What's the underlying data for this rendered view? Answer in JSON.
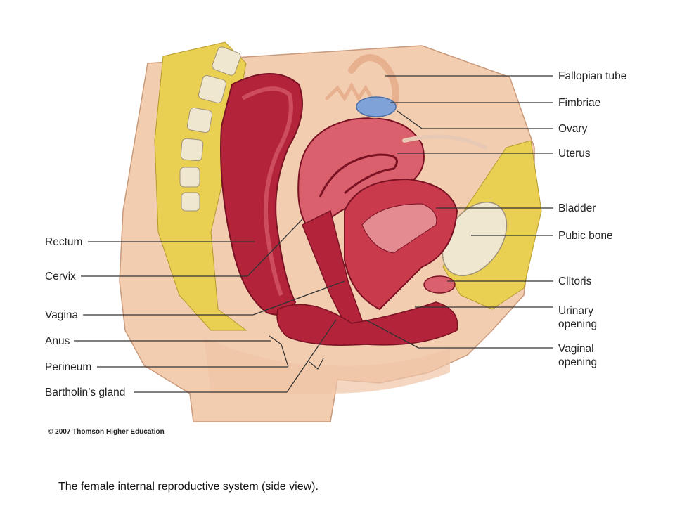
{
  "labels_left": {
    "rectum": "Rectum",
    "cervix": "Cervix",
    "vagina": "Vagina",
    "anus": "Anus",
    "perineum": "Perineum",
    "bartholins_gland": "Bartholin’s gland"
  },
  "labels_right": {
    "fallopian_tube": "Fallopian tube",
    "fimbriae": "Fimbriae",
    "ovary": "Ovary",
    "uterus": "Uterus",
    "bladder": "Bladder",
    "pubic_bone": "Pubic bone",
    "clitoris": "Clitoris",
    "urinary_opening_line1": "Urinary",
    "urinary_opening_line2": "opening",
    "vaginal_opening_line1": "Vaginal",
    "vaginal_opening_line2": "opening"
  },
  "copyright": "© 2007 Thomson Higher Education",
  "caption": "The female internal reproductive system (side view).",
  "colors": {
    "skin": "#f3cdb0",
    "fat": "#e9cf52",
    "muscle": "#b3243a",
    "muscle_light": "#d9606c",
    "bone": "#efe7cf",
    "ovary": "#7fa2d8",
    "leader_line": "#333333"
  }
}
